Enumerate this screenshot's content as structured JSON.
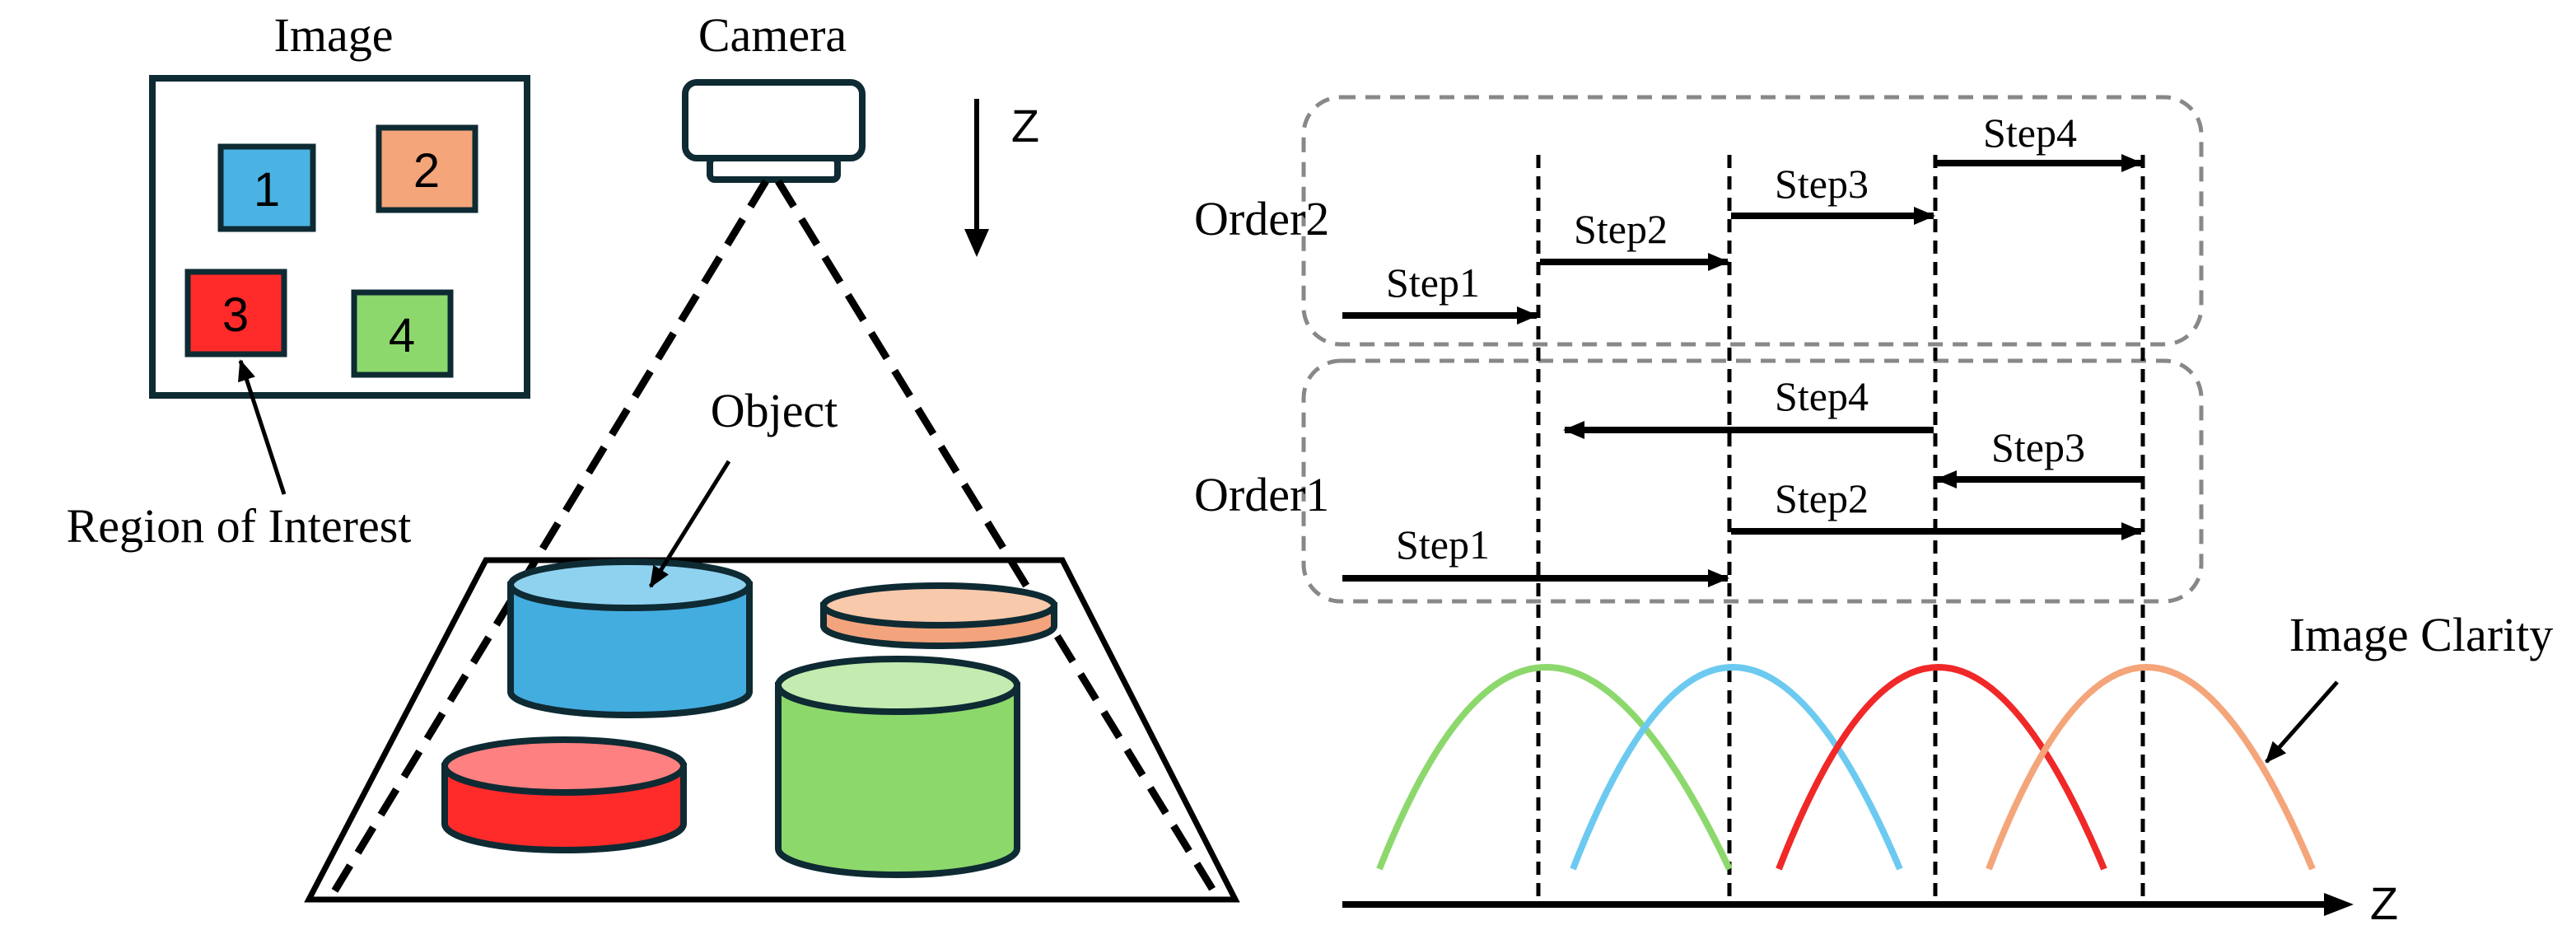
{
  "left_panel": {
    "image_label": "Image",
    "camera_label": "Camera",
    "z_label": "Z",
    "object_label": "Object",
    "roi_label": "Region of Interest",
    "regions": [
      {
        "label": "1",
        "color": "#4ab3e3"
      },
      {
        "label": "2",
        "color": "#f4a57a"
      },
      {
        "label": "3",
        "color": "#ff2a2a"
      },
      {
        "label": "4",
        "color": "#8cd86c"
      }
    ],
    "cylinder_colors": {
      "blue": {
        "body": "#43ade0",
        "top": "#8fd2f0"
      },
      "orange": {
        "body": "#f3a47c",
        "top": "#f8c9ab"
      },
      "red": {
        "body": "#ff2a2a",
        "top": "#ff8080"
      },
      "green": {
        "body": "#8dd86b",
        "top": "#c4ebb0"
      }
    }
  },
  "right_panel": {
    "order2_label": "Order2",
    "order1_label": "Order1",
    "order2_steps": [
      "Step1",
      "Step2",
      "Step3",
      "Step4"
    ],
    "order1_steps": [
      "Step1",
      "Step2",
      "Step3",
      "Step4"
    ],
    "clarity_label": "Image Clarity",
    "z_label": "Z",
    "curve_colors": [
      "#8cd86c",
      "#6ccaf0",
      "#f02828",
      "#f4a57a"
    ]
  }
}
